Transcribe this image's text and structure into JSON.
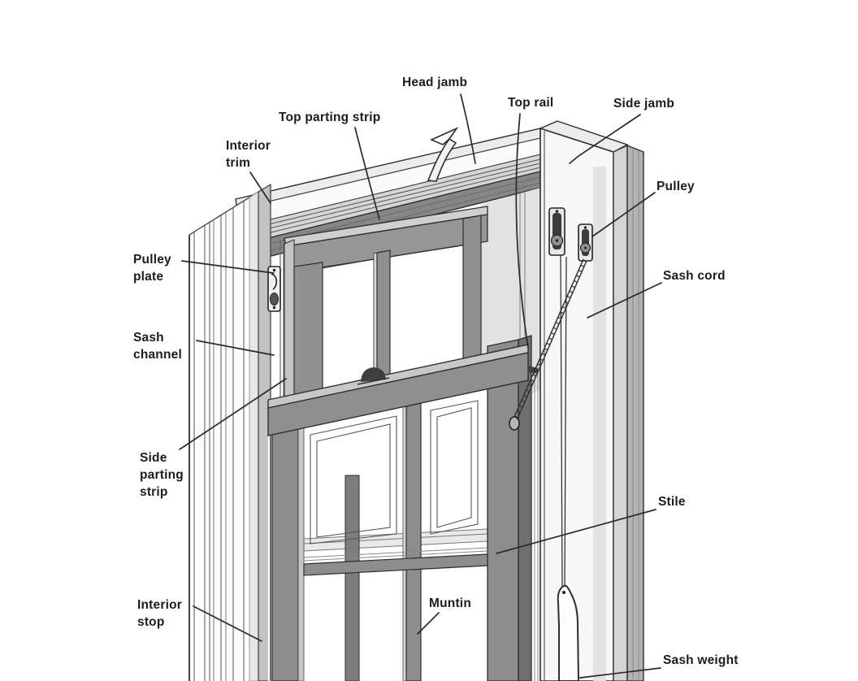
{
  "diagram": {
    "kind": "labeled line-art diagram",
    "labels": {
      "interior_trim": [
        "Interior",
        "trim"
      ],
      "top_parting_strip": [
        "Top parting strip"
      ],
      "head_jamb": [
        "Head jamb"
      ],
      "top_rail": [
        "Top rail"
      ],
      "side_jamb": [
        "Side jamb"
      ],
      "pulley": [
        "Pulley"
      ],
      "sash_cord": [
        "Sash cord"
      ],
      "pulley_plate": [
        "Pulley",
        "plate"
      ],
      "sash_channel": [
        "Sash",
        "channel"
      ],
      "side_parting_strip": [
        "Side",
        "parting",
        "strip"
      ],
      "stile": [
        "Stile"
      ],
      "muntin": [
        "Muntin"
      ],
      "interior_stop": [
        "Interior",
        "stop"
      ],
      "sash_weight": [
        "Sash weight"
      ]
    },
    "colors": {
      "background": "#ffffff",
      "line": "#2b2b2b",
      "member_dark": "#8d8d8d",
      "member_light": "#c9c9c9",
      "shadow_dark": "#6f6f6f",
      "trim_light": "#e7e7e7",
      "stop_gray": "#c2c2c2",
      "exterior_gray": "#b3b3b3",
      "text": "#1c1c1c"
    }
  }
}
